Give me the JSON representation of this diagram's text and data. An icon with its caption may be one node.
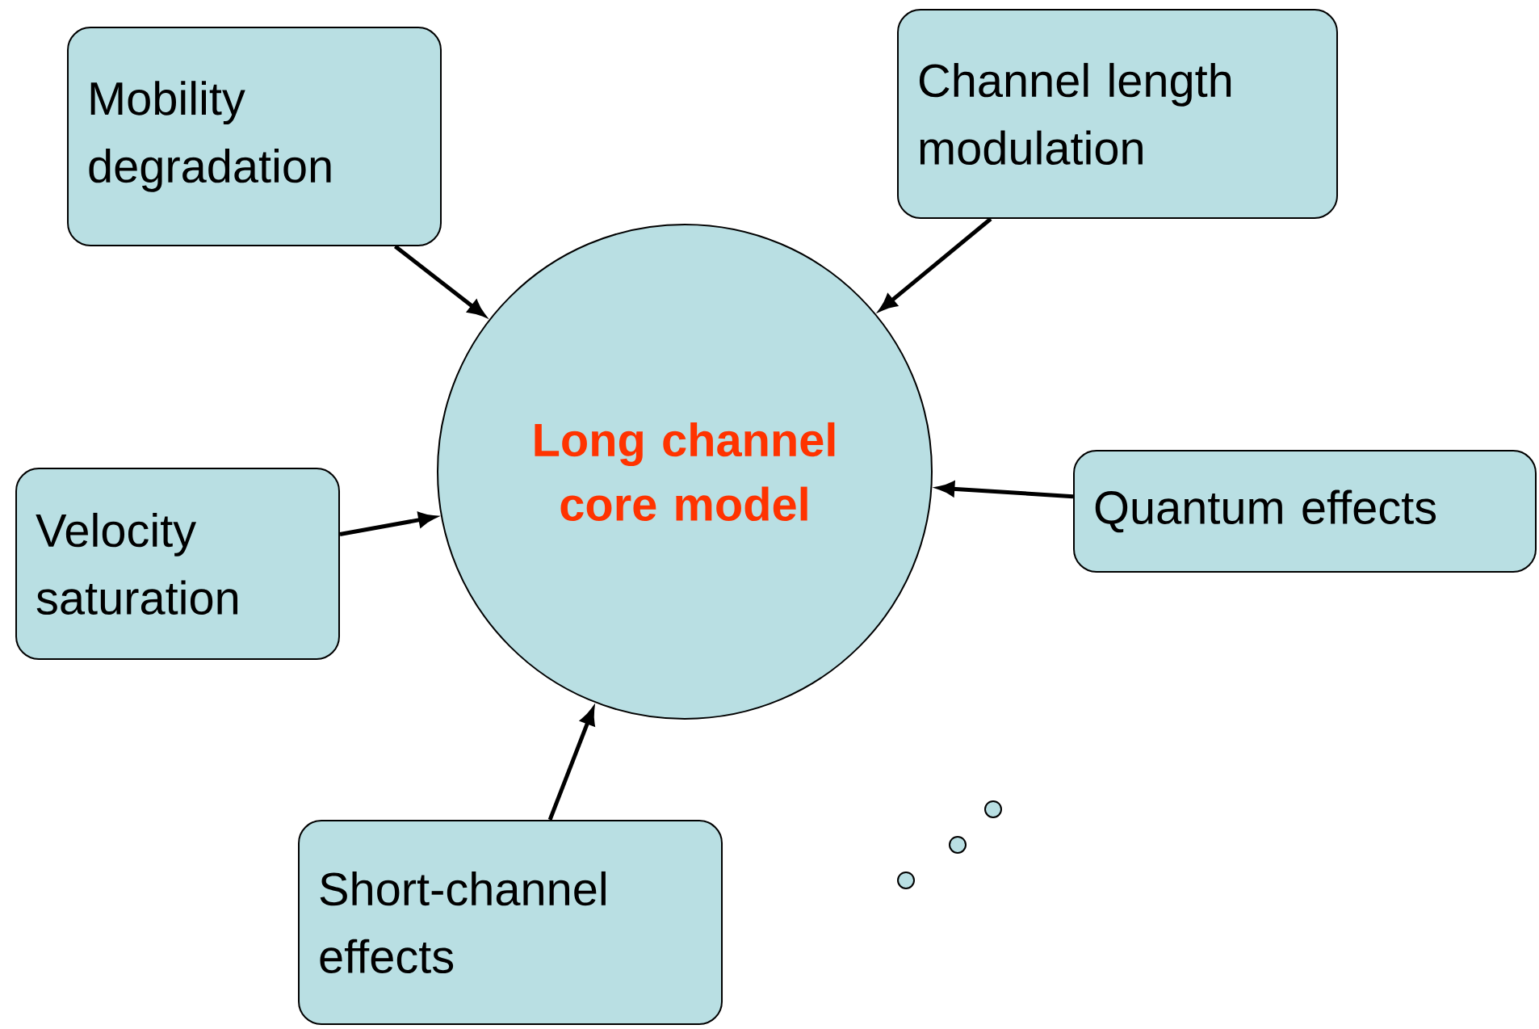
{
  "diagram": {
    "nodes": [
      {
        "text": [
          "Mobility degradation"
        ]
      },
      {
        "text": [
          "Channel length modulation"
        ]
      },
      {
        "text": [
          "Long channel core model"
        ]
      },
      {
        "text": [
          "Velocity saturation"
        ]
      },
      {
        "text": [
          "Quantum effects"
        ]
      },
      {
        "text": [
          "Short-channel effects"
        ]
      }
    ],
    "edges": [
      {
        "from": 0,
        "to": 2,
        "arrow": "to"
      },
      {
        "from": 1,
        "to": 2,
        "arrow": "to"
      },
      {
        "from": 3,
        "to": 2,
        "arrow": "to"
      },
      {
        "from": 4,
        "to": 2,
        "arrow": "to"
      },
      {
        "from": 5,
        "to": 2,
        "arrow": "to"
      }
    ]
  }
}
